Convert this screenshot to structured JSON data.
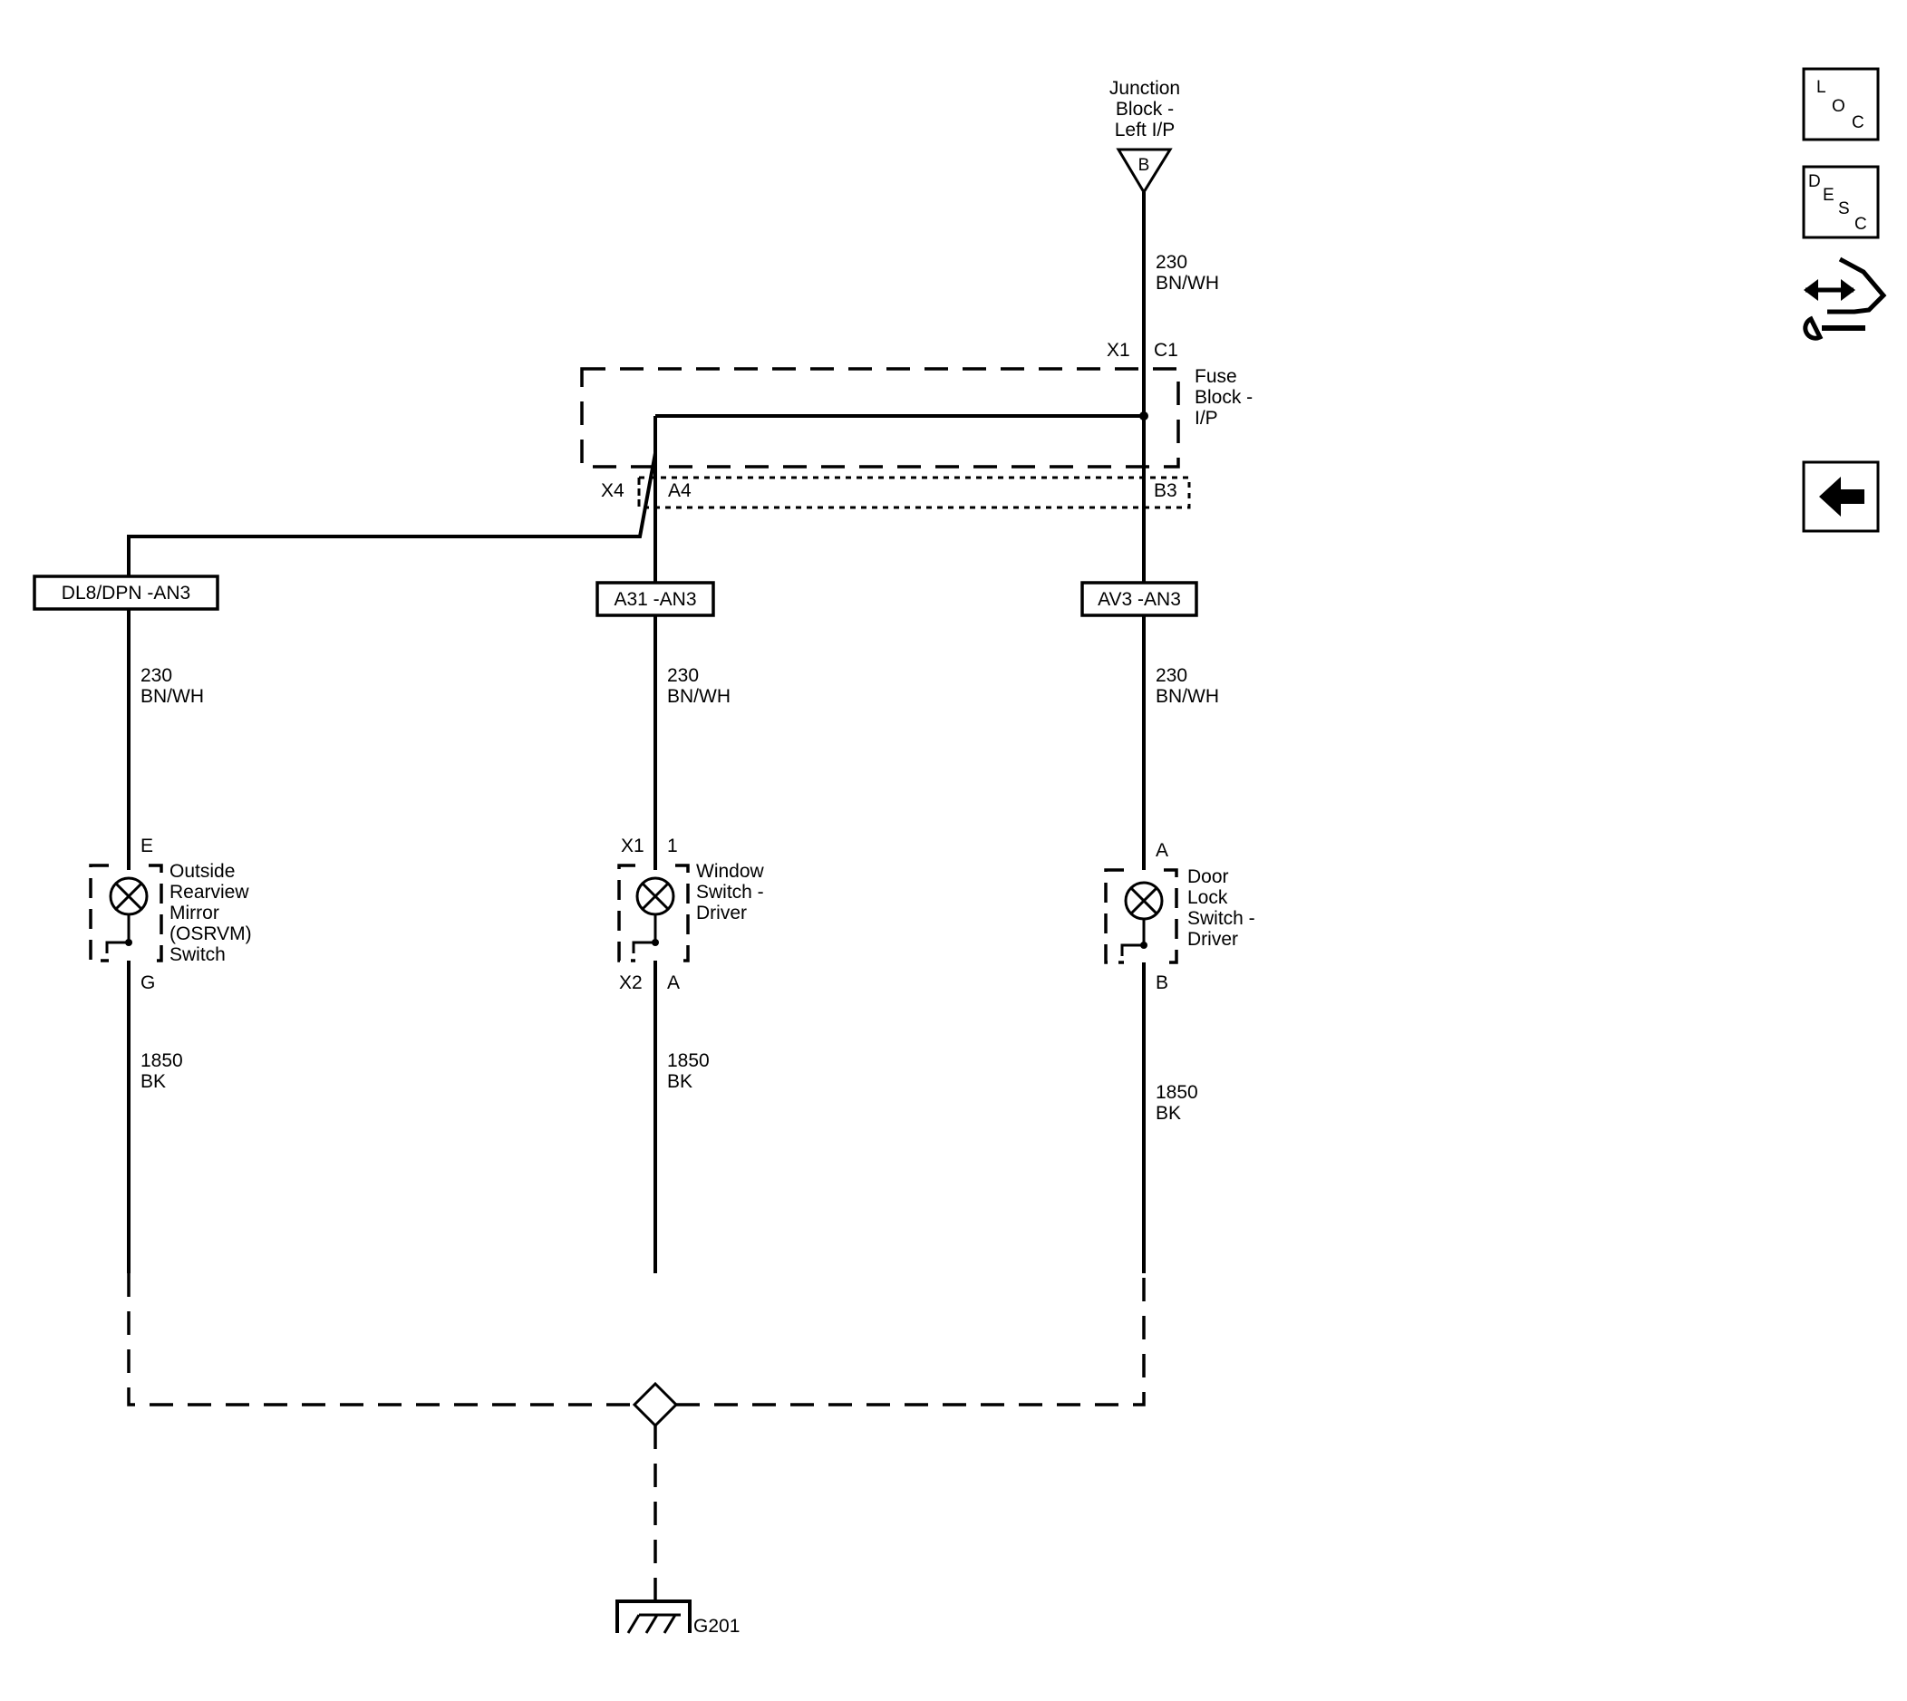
{
  "junction": {
    "line1": "Junction",
    "line2": "Block -",
    "line3": "Left I/P",
    "pin": "B"
  },
  "top_wire": {
    "gauge": "230",
    "color": "BN/WH"
  },
  "fuse_block": {
    "line1": "Fuse",
    "line2": "Block -",
    "line3": "I/P",
    "conn_top": "X1",
    "pin_top": "C1",
    "conn_left": "X4",
    "pin_left": "A4",
    "pin_right": "B3"
  },
  "option_tags": [
    "DL8/DPN -AN3",
    "A31 -AN3",
    "AV3 -AN3"
  ],
  "branches": [
    {
      "gauge": "230",
      "color": "BN/WH",
      "pin_top": "E",
      "conn_top": "",
      "pin_bottom": "G",
      "conn_bottom": "",
      "label": [
        "Outside",
        "Rearview",
        "Mirror",
        "(OSRVM)",
        "Switch"
      ],
      "gnd_gauge": "1850",
      "gnd_color": "BK"
    },
    {
      "gauge": "230",
      "color": "BN/WH",
      "pin_top": "1",
      "conn_top": "X1",
      "pin_bottom": "A",
      "conn_bottom": "X2",
      "label": [
        "Window",
        "Switch -",
        "Driver"
      ],
      "gnd_gauge": "1850",
      "gnd_color": "BK"
    },
    {
      "gauge": "230",
      "color": "BN/WH",
      "pin_top": "A",
      "conn_top": "",
      "pin_bottom": "B",
      "conn_bottom": "",
      "label": [
        "Door",
        "Lock",
        "Switch -",
        "Driver"
      ],
      "gnd_gauge": "1850",
      "gnd_color": "BK"
    }
  ],
  "ground": {
    "name": "G201"
  },
  "side_buttons": {
    "loc": {
      "letters": [
        "L",
        "O",
        "C"
      ],
      "icon": "location-icon"
    },
    "desc": {
      "letters": [
        "D",
        "E",
        "S",
        "C"
      ],
      "icon": "description-icon"
    },
    "connector": {
      "icon": "connector-hand-wrench-icon"
    },
    "back": {
      "icon": "back-arrow-icon"
    }
  }
}
